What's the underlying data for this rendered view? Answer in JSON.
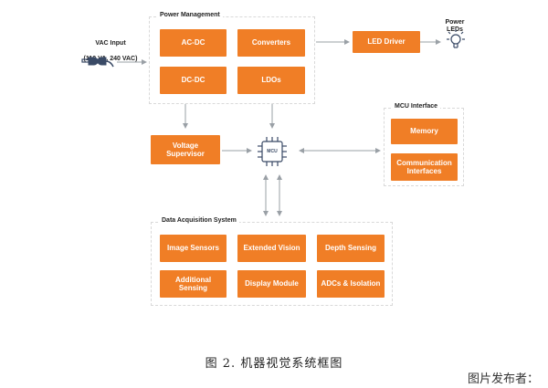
{
  "vac_input": {
    "line1": "VAC Input",
    "line2": "(110 VA, 240 VAC)",
    "icon": "power-plug-icon"
  },
  "power_management": {
    "title": "Power Management",
    "blocks": [
      "AC-DC",
      "Converters",
      "DC-DC",
      "LDOs"
    ]
  },
  "led_driver": "LED Driver",
  "power_leds": {
    "label": "Power LEDs",
    "icon": "light-bulb-icon"
  },
  "voltage_supervisor": "Voltage\nSupervisor",
  "mcu": {
    "label": "MCU",
    "icon": "chip-icon"
  },
  "mcu_interface": {
    "title": "MCU Interface",
    "blocks": [
      "Memory",
      "Communication\nInterfaces"
    ]
  },
  "data_acquisition": {
    "title": "Data Acquisition System",
    "blocks": [
      "Image Sensors",
      "Extended Vision",
      "Depth Sensing",
      "Additional\nSensing",
      "Display Module",
      "ADCs & Isolation"
    ]
  },
  "caption": "图 2. 机器视觉系统框图",
  "publisher": "图片发布者：",
  "colors": {
    "block": "#f07e26",
    "arrow": "#9aa0a6",
    "border": "#d9d9d9"
  }
}
